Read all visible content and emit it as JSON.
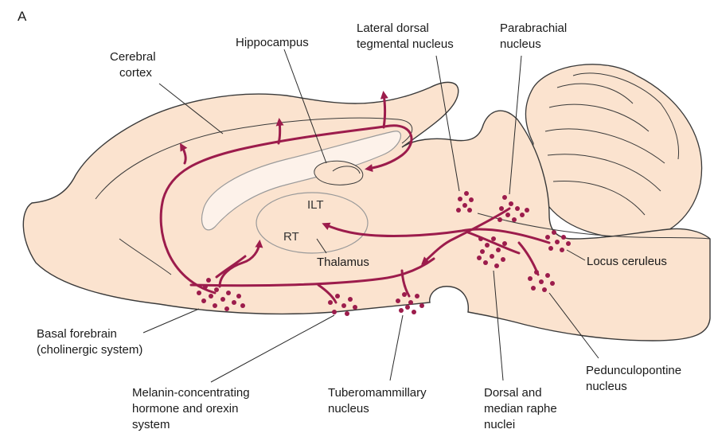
{
  "figure": {
    "panel_letter": "A"
  },
  "labels": {
    "cerebral_cortex": [
      "Cerebral",
      "cortex"
    ],
    "hippocampus": "Hippocampus",
    "lateral_dorsal": [
      "Lateral dorsal",
      "tegmental nucleus"
    ],
    "parabrachial": [
      "Parabrachial",
      "nucleus"
    ],
    "ilt": "ILT",
    "rt": "RT",
    "thalamus": "Thalamus",
    "locus_ceruleus": "Locus ceruleus",
    "basal_forebrain": [
      "Basal forebrain",
      "(cholinergic system)"
    ],
    "melanin": [
      "Melanin-concentrating",
      "hormone and orexin",
      "system"
    ],
    "tuberomammillary": [
      "Tuberomammillary",
      "nucleus"
    ],
    "raphe": [
      "Dorsal and",
      "median raphe",
      "nuclei"
    ],
    "pedunculopontine": [
      "Pedunculopontine",
      "nucleus"
    ]
  },
  "colors": {
    "brain_fill": "#fbe3cf",
    "brain_outline": "#3a3a3a",
    "inner_fill": "#fdf2ea",
    "inner_outline": "#9a9a9a",
    "pathway": "#9c1c4c"
  }
}
